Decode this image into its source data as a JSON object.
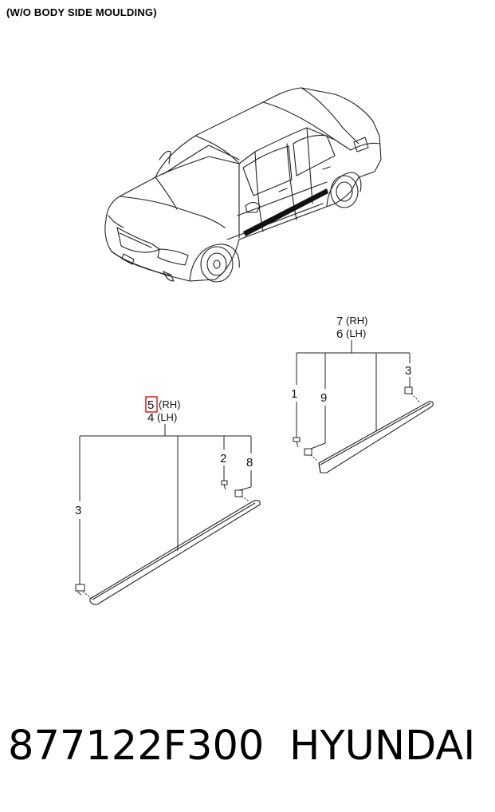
{
  "header": {
    "title": "(W/O BODY SIDE MOULDING)"
  },
  "front_group": {
    "rh_number": "5",
    "rh_suffix": "(RH)",
    "lh_number": "4",
    "lh_suffix": "(LH)",
    "callouts": {
      "a": "3",
      "b": "2",
      "c": "8"
    }
  },
  "rear_group": {
    "rh_number": "7",
    "rh_suffix": "(RH)",
    "lh_number": "6",
    "lh_suffix": "(LH)",
    "callouts": {
      "a": "1",
      "b": "9",
      "c": "3"
    }
  },
  "highlight_color": "#e0141e",
  "footer": {
    "part_number": "877122F300",
    "brand": "HYUNDAI"
  }
}
